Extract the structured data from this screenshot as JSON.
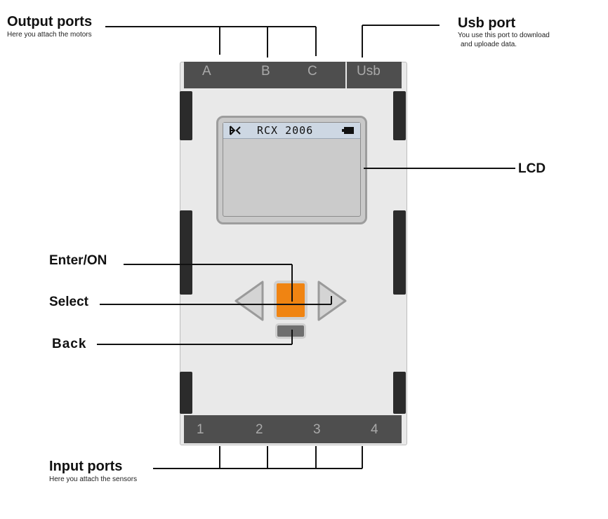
{
  "output_ports": {
    "title": "Output ports",
    "description": "Here you attach the motors",
    "ports": [
      "A",
      "B",
      "C"
    ]
  },
  "usb_port": {
    "title": "Usb port",
    "description_line1": "You use this port to download",
    "description_line2": "and uploade data.",
    "port_label": "Usb"
  },
  "lcd": {
    "label": "LCD",
    "screen_text": "RCX 2006"
  },
  "buttons": {
    "enter_label": "Enter/ON",
    "select_label": "Select",
    "back_label": "Back"
  },
  "input_ports": {
    "title": "Input ports",
    "description": "Here you attach the sensors",
    "ports": [
      "1",
      "2",
      "3",
      "4"
    ]
  },
  "colors": {
    "enter_button": "#f08412",
    "back_button": "#6f6f6f",
    "port_strip": "#4e4e4e",
    "brick_body": "#e9e9e9"
  }
}
